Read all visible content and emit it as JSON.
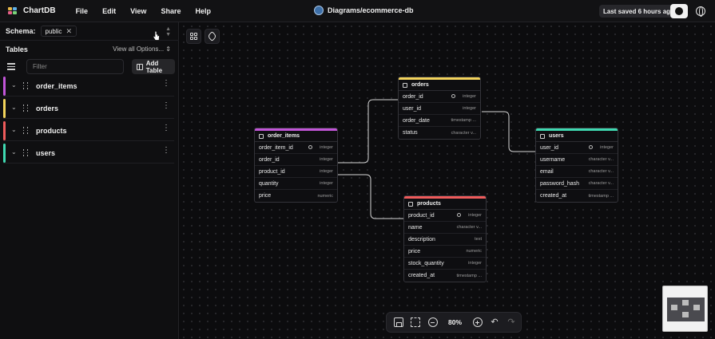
{
  "app": {
    "name": "ChartDB",
    "logo_icon": "chartdb-logo-icon"
  },
  "menu": [
    "File",
    "Edit",
    "View",
    "Share",
    "Help"
  ],
  "diagram": {
    "title": "Diagrams/ecommerce-db",
    "db_icon": "postgresql-icon"
  },
  "header": {
    "last_saved": "Last saved 6 hours ago"
  },
  "sidebar": {
    "schema_label": "Schema:",
    "schema_value": "public",
    "tables_title": "Tables",
    "view_options": "View all Options...",
    "filter_placeholder": "Filter",
    "add_table": "Add Table",
    "tables": [
      {
        "name": "order_items",
        "color": "#c255d8"
      },
      {
        "name": "orders",
        "color": "#f2d35b"
      },
      {
        "name": "products",
        "color": "#ef5b5b"
      },
      {
        "name": "users",
        "color": "#3fd9b1"
      }
    ]
  },
  "canvas": {
    "tables": {
      "orders": {
        "title": "orders",
        "color": "#f2d35b",
        "columns": [
          {
            "name": "order_id",
            "type": "integer",
            "pk": true
          },
          {
            "name": "user_id",
            "type": "integer",
            "pk": false
          },
          {
            "name": "order_date",
            "type": "timestamp ...",
            "pk": false
          },
          {
            "name": "status",
            "type": "character v...",
            "pk": false
          }
        ]
      },
      "order_items": {
        "title": "order_items",
        "color": "#c255d8",
        "columns": [
          {
            "name": "order_item_id",
            "type": "integer",
            "pk": true
          },
          {
            "name": "order_id",
            "type": "integer",
            "pk": false
          },
          {
            "name": "product_id",
            "type": "integer",
            "pk": false
          },
          {
            "name": "quantity",
            "type": "integer",
            "pk": false
          },
          {
            "name": "price",
            "type": "numeric",
            "pk": false
          }
        ]
      },
      "users": {
        "title": "users",
        "color": "#3fd9b1",
        "columns": [
          {
            "name": "user_id",
            "type": "integer",
            "pk": true
          },
          {
            "name": "username",
            "type": "character v...",
            "pk": false
          },
          {
            "name": "email",
            "type": "character v...",
            "pk": false
          },
          {
            "name": "password_hash",
            "type": "character v...",
            "pk": false
          },
          {
            "name": "created_at",
            "type": "timestamp ...",
            "pk": false
          }
        ]
      },
      "products": {
        "title": "products",
        "color": "#ef5b5b",
        "columns": [
          {
            "name": "product_id",
            "type": "integer",
            "pk": true
          },
          {
            "name": "name",
            "type": "character v...",
            "pk": false
          },
          {
            "name": "description",
            "type": "text",
            "pk": false
          },
          {
            "name": "price",
            "type": "numeric",
            "pk": false
          },
          {
            "name": "stock_quantity",
            "type": "integer",
            "pk": false
          },
          {
            "name": "created_at",
            "type": "timestamp ...",
            "pk": false
          }
        ]
      }
    }
  },
  "zoom": {
    "level": "80%"
  }
}
